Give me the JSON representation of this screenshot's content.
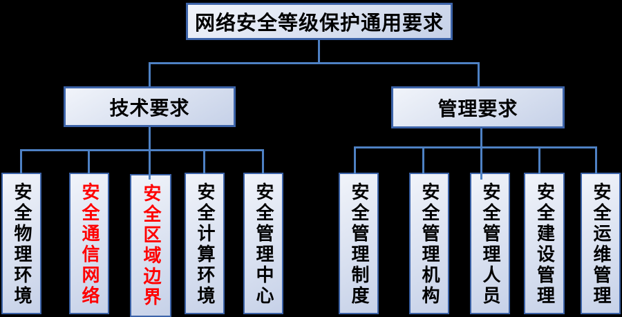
{
  "colors": {
    "background": "#000000",
    "connector": "#4E81C4",
    "box_border": "#3C63A8",
    "box_fill_start": "#F1F4FA",
    "box_fill_end": "#C6D1E8",
    "text": "#000000",
    "highlight_text": "#FF0000"
  },
  "root": {
    "label": "网络安全等级保护通用要求"
  },
  "branches": [
    {
      "label": "技术要求",
      "children": [
        {
          "label": "安全物理环境",
          "highlight": false
        },
        {
          "label": "安全通信网络",
          "highlight": true
        },
        {
          "label": "安全区域边界",
          "highlight": true
        },
        {
          "label": "安全计算环境",
          "highlight": false
        },
        {
          "label": "安全管理中心",
          "highlight": false
        }
      ]
    },
    {
      "label": "管理要求",
      "children": [
        {
          "label": "安全管理制度",
          "highlight": false
        },
        {
          "label": "安全管理机构",
          "highlight": false
        },
        {
          "label": "安全管理人员",
          "highlight": false
        },
        {
          "label": "安全建设管理",
          "highlight": false
        },
        {
          "label": "安全运维管理",
          "highlight": false
        }
      ]
    }
  ]
}
